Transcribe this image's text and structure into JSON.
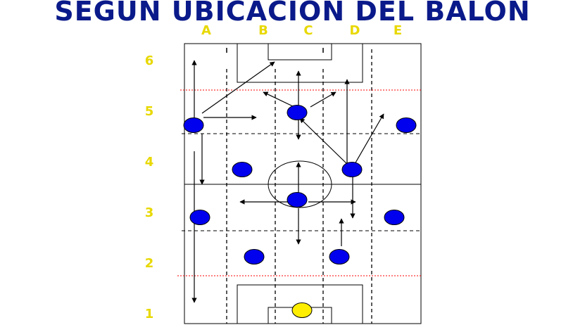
{
  "title": "SEGÚN UBICACIÓN DEL BALÓN",
  "columns": [
    "A",
    "B",
    "C",
    "D",
    "E"
  ],
  "rows": [
    "6",
    "5",
    "4",
    "3",
    "2",
    "1"
  ],
  "colors": {
    "title": "#0a1a8a",
    "labels": "#e8d800",
    "player": "#0000ee",
    "ball": "#ffee00",
    "zone_line": "#ff0000"
  },
  "icons": {
    "player": "blue-circle",
    "ball": "yellow-circle"
  }
}
